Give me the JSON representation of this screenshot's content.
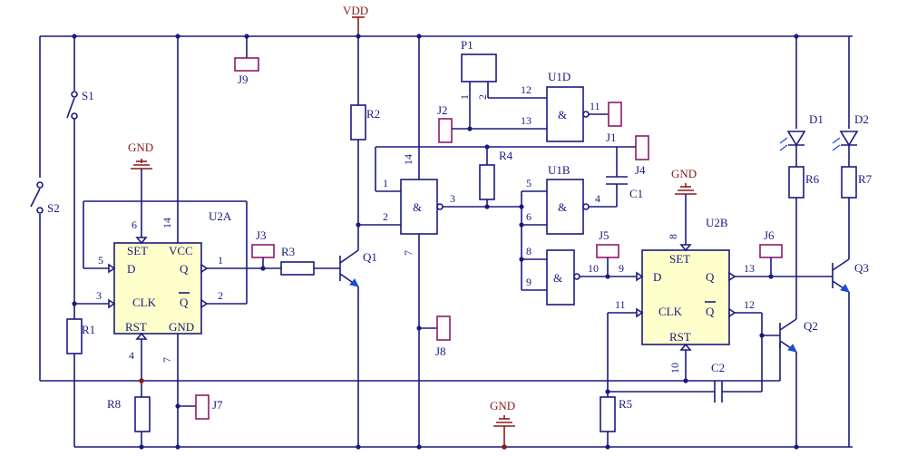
{
  "power": {
    "vdd": "VDD",
    "gnd_left": "GND",
    "gnd_mid": "GND",
    "gnd_bottom": "GND"
  },
  "switches": {
    "s1": "S1",
    "s2": "S2"
  },
  "resistors": {
    "r1": "R1",
    "r2": "R2",
    "r3": "R3",
    "r4": "R4",
    "r5": "R5",
    "r6": "R6",
    "r7": "R7",
    "r8": "R8"
  },
  "capacitors": {
    "c1": "C1",
    "c2": "C2"
  },
  "transistors": {
    "q1": "Q1",
    "q2": "Q2",
    "q3": "Q3"
  },
  "diodes": {
    "d1": "D1",
    "d2": "D2"
  },
  "jumpers": {
    "j1": "J1",
    "j2": "J2",
    "j3": "J3",
    "j4": "J4",
    "j5": "J5",
    "j6": "J6",
    "j7": "J7",
    "j8": "J8",
    "j9": "J9"
  },
  "connector": {
    "p1": "P1",
    "p1_pin1": "1",
    "p1_pin2": "2"
  },
  "u2a": {
    "name": "U2A",
    "set": "SET",
    "d": "D",
    "clk": "CLK",
    "rst": "RST",
    "vcc": "VCC",
    "q": "Q",
    "qbar": "Q",
    "gnd": "GND",
    "pin_set": "6",
    "pin_vcc": "14",
    "pin_d": "5",
    "pin_clk": "3",
    "pin_q": "1",
    "pin_qbar": "2",
    "pin_rst": "4",
    "pin_gnd": "7"
  },
  "u2b": {
    "name": "U2B",
    "set": "SET",
    "d": "D",
    "clk": "CLK",
    "rst": "RST",
    "q": "Q",
    "qbar": "Q",
    "pin_set": "8",
    "pin_d": "9",
    "pin_clk": "11",
    "pin_q": "13",
    "pin_qbar": "12",
    "pin_rst": "10"
  },
  "gates": {
    "gate_symbol": "&",
    "u1d": {
      "name": "U1D",
      "in_a": "12",
      "in_b": "13",
      "out": "11"
    },
    "u1b": {
      "name": "U1B",
      "in_a": "5",
      "in_b": "6",
      "out": "4"
    },
    "u1a": {
      "in_a": "1",
      "in_b": "2",
      "out": "3",
      "pin_vcc": "14",
      "pin_gnd": "7"
    },
    "u1c": {
      "in_a": "8",
      "in_b": "9",
      "out": "10"
    }
  }
}
